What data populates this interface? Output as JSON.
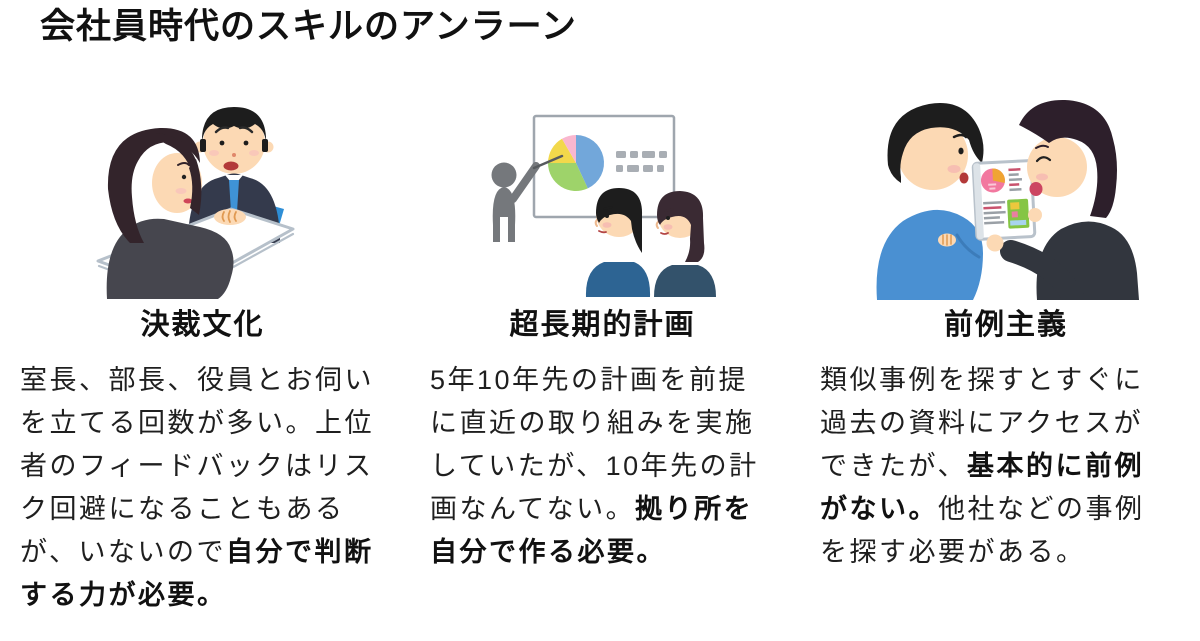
{
  "page": {
    "title": "会社員時代のスキルのアンラーン",
    "background": "#ffffff",
    "text_color": "#1f1f1f"
  },
  "columns": [
    {
      "heading": "決裁文化",
      "illustration": "meeting-consultation-illustration",
      "paragraph": [
        {
          "text": "室長、部長、役員とお伺い\nを立てる回数が多い。上位\n者のフィードバックはリス\nク回避になることもある\nが、いないので",
          "bold": false
        },
        {
          "text": "自分で判断\nする力が必要。",
          "bold": true
        }
      ]
    },
    {
      "heading": "超長期的計画",
      "illustration": "presentation-pie-chart-illustration",
      "paragraph": [
        {
          "text": "5年10年先の計画を前提\nに直近の取り組みを実施\nしていたが、10年先の計\n画なんてない。",
          "bold": false
        },
        {
          "text": "拠り所を\n自分で作る必要。",
          "bold": true
        }
      ]
    },
    {
      "heading": "前例主義",
      "illustration": "tablet-review-illustration",
      "paragraph": [
        {
          "text": "類似事例を探すとすぐに\n過去の資料にアクセスが\nできたが、",
          "bold": false
        },
        {
          "text": "基本的に前例\nがない。",
          "bold": true
        },
        {
          "text": "他社などの事例\nを探す必要がある。",
          "bold": false
        }
      ]
    }
  ],
  "illustration_colors": {
    "skin": "#fcd9b4",
    "suit_navy": "#343a4c",
    "tie_blue": "#3f93d6",
    "chair_blue": "#2e8ed6",
    "presenter_gray": "#75787c",
    "sweater_blue": "#4a90d2",
    "pie_blue": "#72a7da",
    "pie_green": "#9ed36a",
    "pie_yellow": "#f2d84b",
    "pie_pink": "#f9b7cf"
  }
}
